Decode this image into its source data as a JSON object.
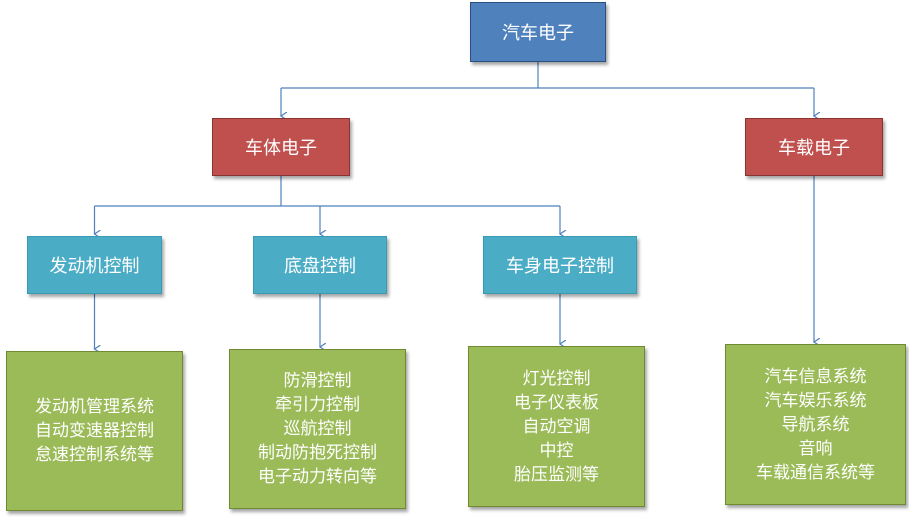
{
  "colors": {
    "root": "#4f81bd",
    "level1": "#c0504d",
    "level2": "#4bacc6",
    "leaf": "#9bbb59",
    "connector": "#4f81bd"
  },
  "root": {
    "label": "汽车电子"
  },
  "body_electronics": {
    "label": "车体电子"
  },
  "vehicle_electronics": {
    "label": "车载电子",
    "items": [
      "汽车信息系统",
      "汽车娱乐系统",
      "导航系统",
      "音响",
      "车载通信系统等"
    ]
  },
  "engine_control": {
    "label": "发动机控制",
    "items": [
      "发动机管理系统",
      "自动变速器控制",
      "怠速控制系统等"
    ]
  },
  "chassis_control": {
    "label": "底盘控制",
    "items": [
      "防滑控制",
      "牵引力控制",
      "巡航控制",
      "制动防抱死控制",
      "电子动力转向等"
    ]
  },
  "body_control": {
    "label": "车身电子控制",
    "items": [
      "灯光控制",
      "电子仪表板",
      "自动空调",
      "中控",
      "胎压监测等"
    ]
  }
}
